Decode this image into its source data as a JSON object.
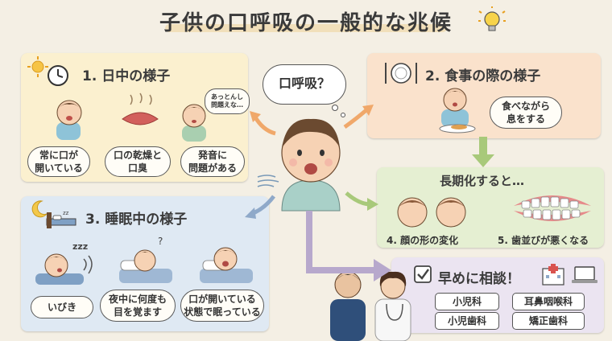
{
  "title": "子供の口呼吸の一般的な兆候",
  "center": {
    "thought": "口呼吸？"
  },
  "panels": {
    "day": {
      "title": "1. 日中の様子",
      "items": [
        {
          "label_l1": "常に口が",
          "label_l2": "開いている"
        },
        {
          "label_l1": "口の乾燥と",
          "label_l2": "口臭"
        },
        {
          "label_l1": "発音に",
          "label_l2": "問題がある"
        }
      ],
      "speech_l1": "あっとんし",
      "speech_l2": "問題えな…"
    },
    "meal": {
      "title": "2. 食事の際の様子",
      "items": [
        {
          "label_l1": "食べながら",
          "label_l2": "息をする"
        }
      ]
    },
    "longterm": {
      "title": "長期化すると…",
      "items": [
        {
          "label": "4. 顔の形の変化"
        },
        {
          "label": "5. 歯並びが悪くなる"
        }
      ]
    },
    "sleep": {
      "title": "3. 睡眠中の様子",
      "items": [
        {
          "label_l1": "いびき",
          "label_l2": ""
        },
        {
          "label_l1": "夜中に何度も",
          "label_l2": "目を覚ます"
        },
        {
          "label_l1": "口が開いている",
          "label_l2": "状態で眠っている"
        }
      ]
    },
    "consult": {
      "title": "早めに相談！",
      "tags": [
        "小児科",
        "耳鼻咽喉科",
        "小児歯科",
        "矯正歯科"
      ]
    }
  },
  "colors": {
    "arrow": "#b7a8cc",
    "arrow_orange": "#f0a86a",
    "arrow_green": "#a8c97a",
    "arrow_blue": "#8fa9c9"
  }
}
